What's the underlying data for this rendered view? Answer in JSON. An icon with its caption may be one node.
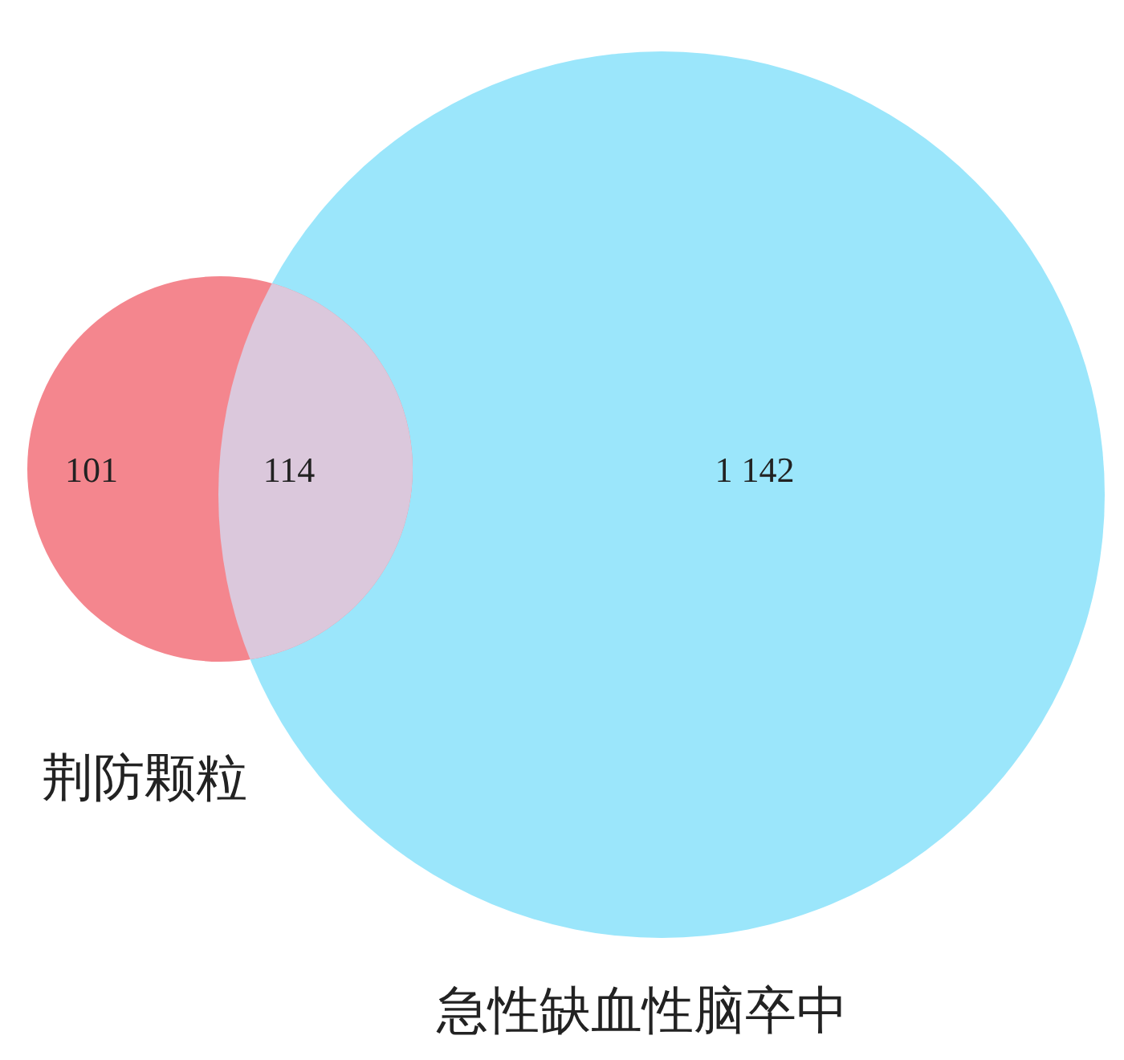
{
  "diagram": {
    "nodes": [
      {
        "text": [
          "101",
          "荆防颗粒"
        ]
      },
      {
        "text": [
          "1 142",
          "急性缺血性脑卒中"
        ]
      }
    ],
    "labels": [
      "114"
    ]
  }
}
